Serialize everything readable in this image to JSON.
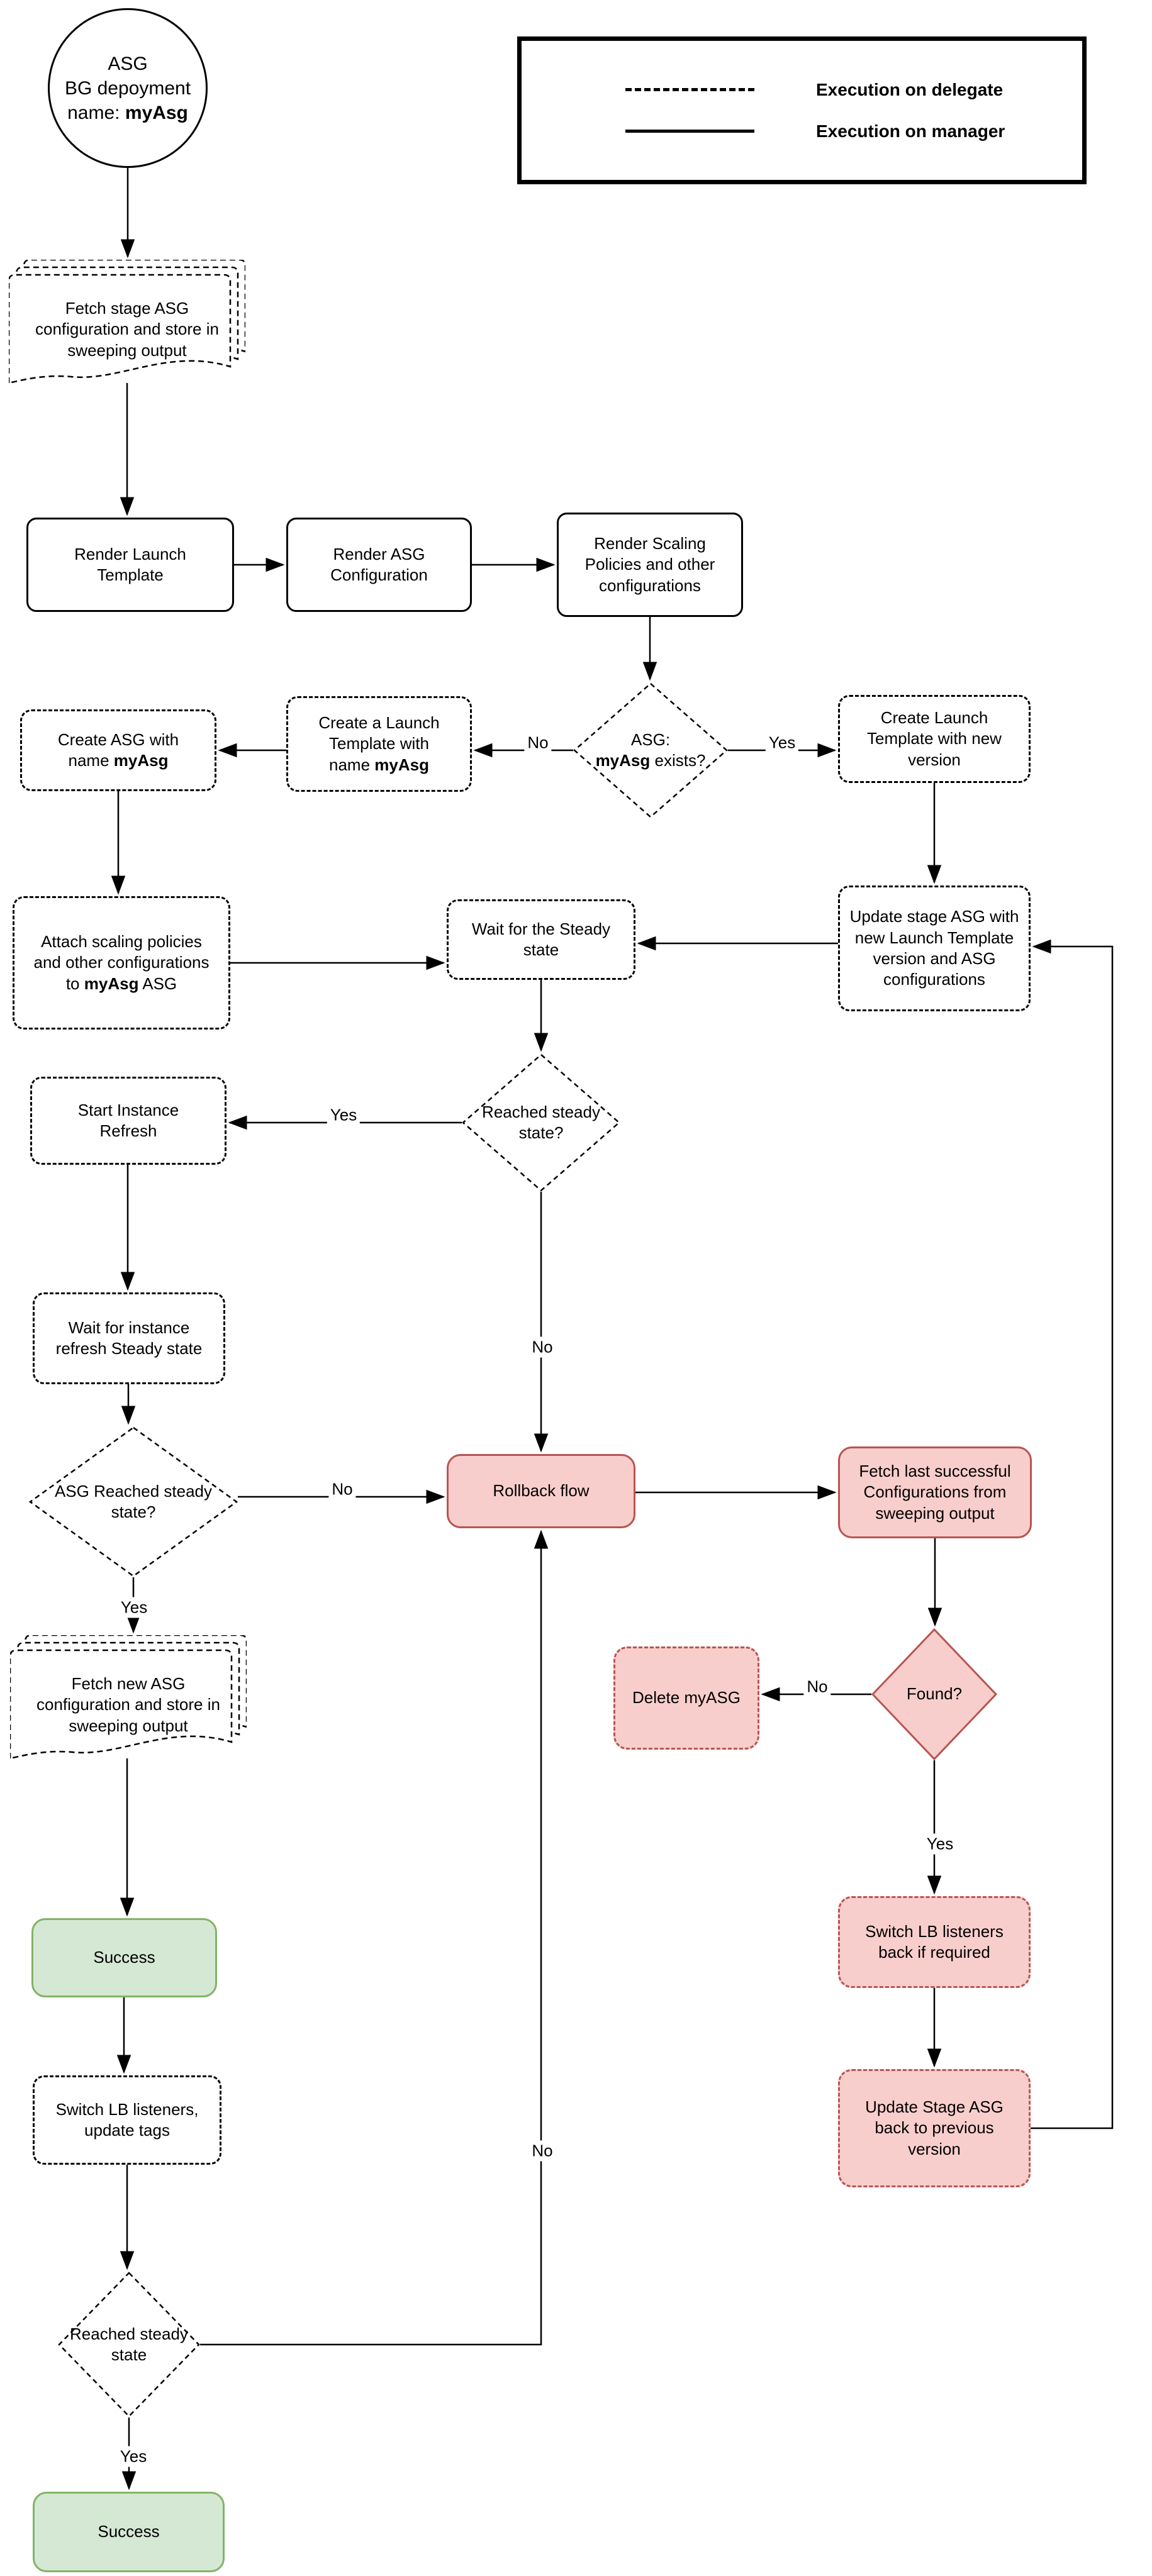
{
  "legend": {
    "items": [
      {
        "style": "dashed",
        "label": "Execution on delegate"
      },
      {
        "style": "solid",
        "label": "Execution on manager"
      }
    ]
  },
  "nodes": {
    "start": {
      "l1": "ASG",
      "l2": "BG depoyment",
      "l3_prefix": "name: ",
      "l3_bold": "myAsg"
    },
    "fetch_stage": {
      "text": "Fetch stage ASG configuration and store in sweeping output"
    },
    "render_launch": {
      "text": "Render Launch Template"
    },
    "render_asg": {
      "text": "Render ASG Configuration"
    },
    "render_scaling": {
      "text": "Render Scaling Policies and other configurations"
    },
    "create_asg": {
      "l1": "Create ASG with",
      "l2_prefix": "name ",
      "l2_bold": "myAsg"
    },
    "create_lt": {
      "l1": "Create a Launch",
      "l2": "Template with",
      "l3_prefix": "name ",
      "l3_bold": "myAsg"
    },
    "asg_exists": {
      "l1": "ASG:",
      "l2_bold": "myAsg",
      "l2_suffix": " exists?"
    },
    "create_lt_new": {
      "text": "Create Launch Template with new version"
    },
    "attach": {
      "l1": "Attach scaling policies",
      "l2": "and other configurations",
      "l3_prefix": "to ",
      "l3_bold": "myAsg",
      "l3_suffix": " ASG"
    },
    "wait_steady": {
      "text": "Wait for the Steady state"
    },
    "update_stage": {
      "text": "Update stage ASG with new Launch Template version and ASG configurations"
    },
    "reached_steady": {
      "text": "Reached steady state?"
    },
    "start_refresh": {
      "text": "Start Instance Refresh"
    },
    "wait_refresh": {
      "text": "Wait for instance refresh Steady state"
    },
    "asg_reached": {
      "text": "ASG Reached steady state?"
    },
    "rollback": {
      "text": "Rollback flow"
    },
    "fetch_last": {
      "text": "Fetch last successful Configurations from sweeping output"
    },
    "found": {
      "text": "Found?"
    },
    "delete_asg": {
      "text": "Delete myASG"
    },
    "fetch_new": {
      "text": "Fetch new ASG configuration and store in sweeping output"
    },
    "success1": {
      "text": "Success"
    },
    "switch_lb": {
      "text": "Switch LB listeners, update tags"
    },
    "reached_steady2": {
      "text": "Reached steady state"
    },
    "success2": {
      "text": "Success"
    },
    "switch_back": {
      "text": "Switch LB listeners back if required"
    },
    "update_back": {
      "text": "Update Stage ASG back to previous version"
    }
  },
  "labels": {
    "no_exists": "No",
    "yes_exists": "Yes",
    "yes_steady": "Yes",
    "no_steady": "No",
    "no_asg_reached": "No",
    "yes_asg_reached": "Yes",
    "no_found": "No",
    "yes_found": "Yes",
    "no_steady2": "No",
    "yes_steady2": "Yes"
  },
  "colors": {
    "pink_fill": "#f8cecc",
    "pink_border": "#b85450",
    "green_fill": "#d5e8d4",
    "green_border": "#82b366",
    "line": "#000000"
  }
}
